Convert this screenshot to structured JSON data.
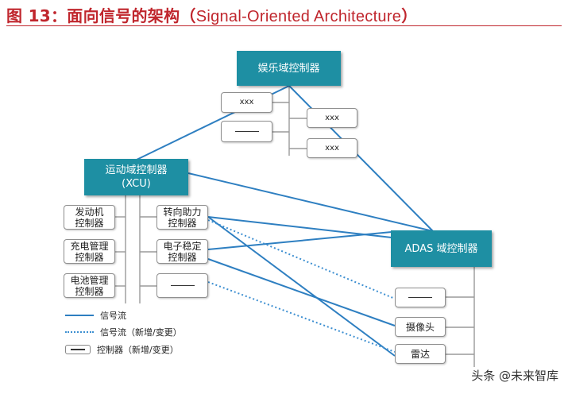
{
  "figure": {
    "title_cn": "图 13：面向信号的架构（",
    "title_en": "Signal-Oriented Architecture",
    "title_close": "）"
  },
  "domains": {
    "infotainment": "娱乐域控制器",
    "motion_line1": "运动域控制器",
    "motion_line2": "(XCU)",
    "adas": "ADAS 域控制器"
  },
  "infotainment_ctrls": [
    "xxx",
    "xxx",
    "xxx"
  ],
  "motion_ctrls": {
    "engine": [
      "发动机",
      "控制器"
    ],
    "charging": [
      "充电管理",
      "控制器"
    ],
    "battery": [
      "电池管理",
      "控制器"
    ],
    "steering": [
      "转向助力",
      "控制器"
    ],
    "stability": [
      "电子稳定",
      "控制器"
    ]
  },
  "adas_ctrls": {
    "camera": "摄像头",
    "radar": "雷达"
  },
  "legend": {
    "signal_flow": "信号流",
    "signal_flow_new": "信号流（新增/变更）",
    "controller_new": "控制器（新增/变更）"
  },
  "watermark": "头条 @未来智库",
  "colors": {
    "title": "#c0262d",
    "domain_fill": "#1e8fa3",
    "signal_solid": "#2e7fc1",
    "signal_dotted": "#3d8fd1",
    "tree_line": "#9a9a9a"
  }
}
